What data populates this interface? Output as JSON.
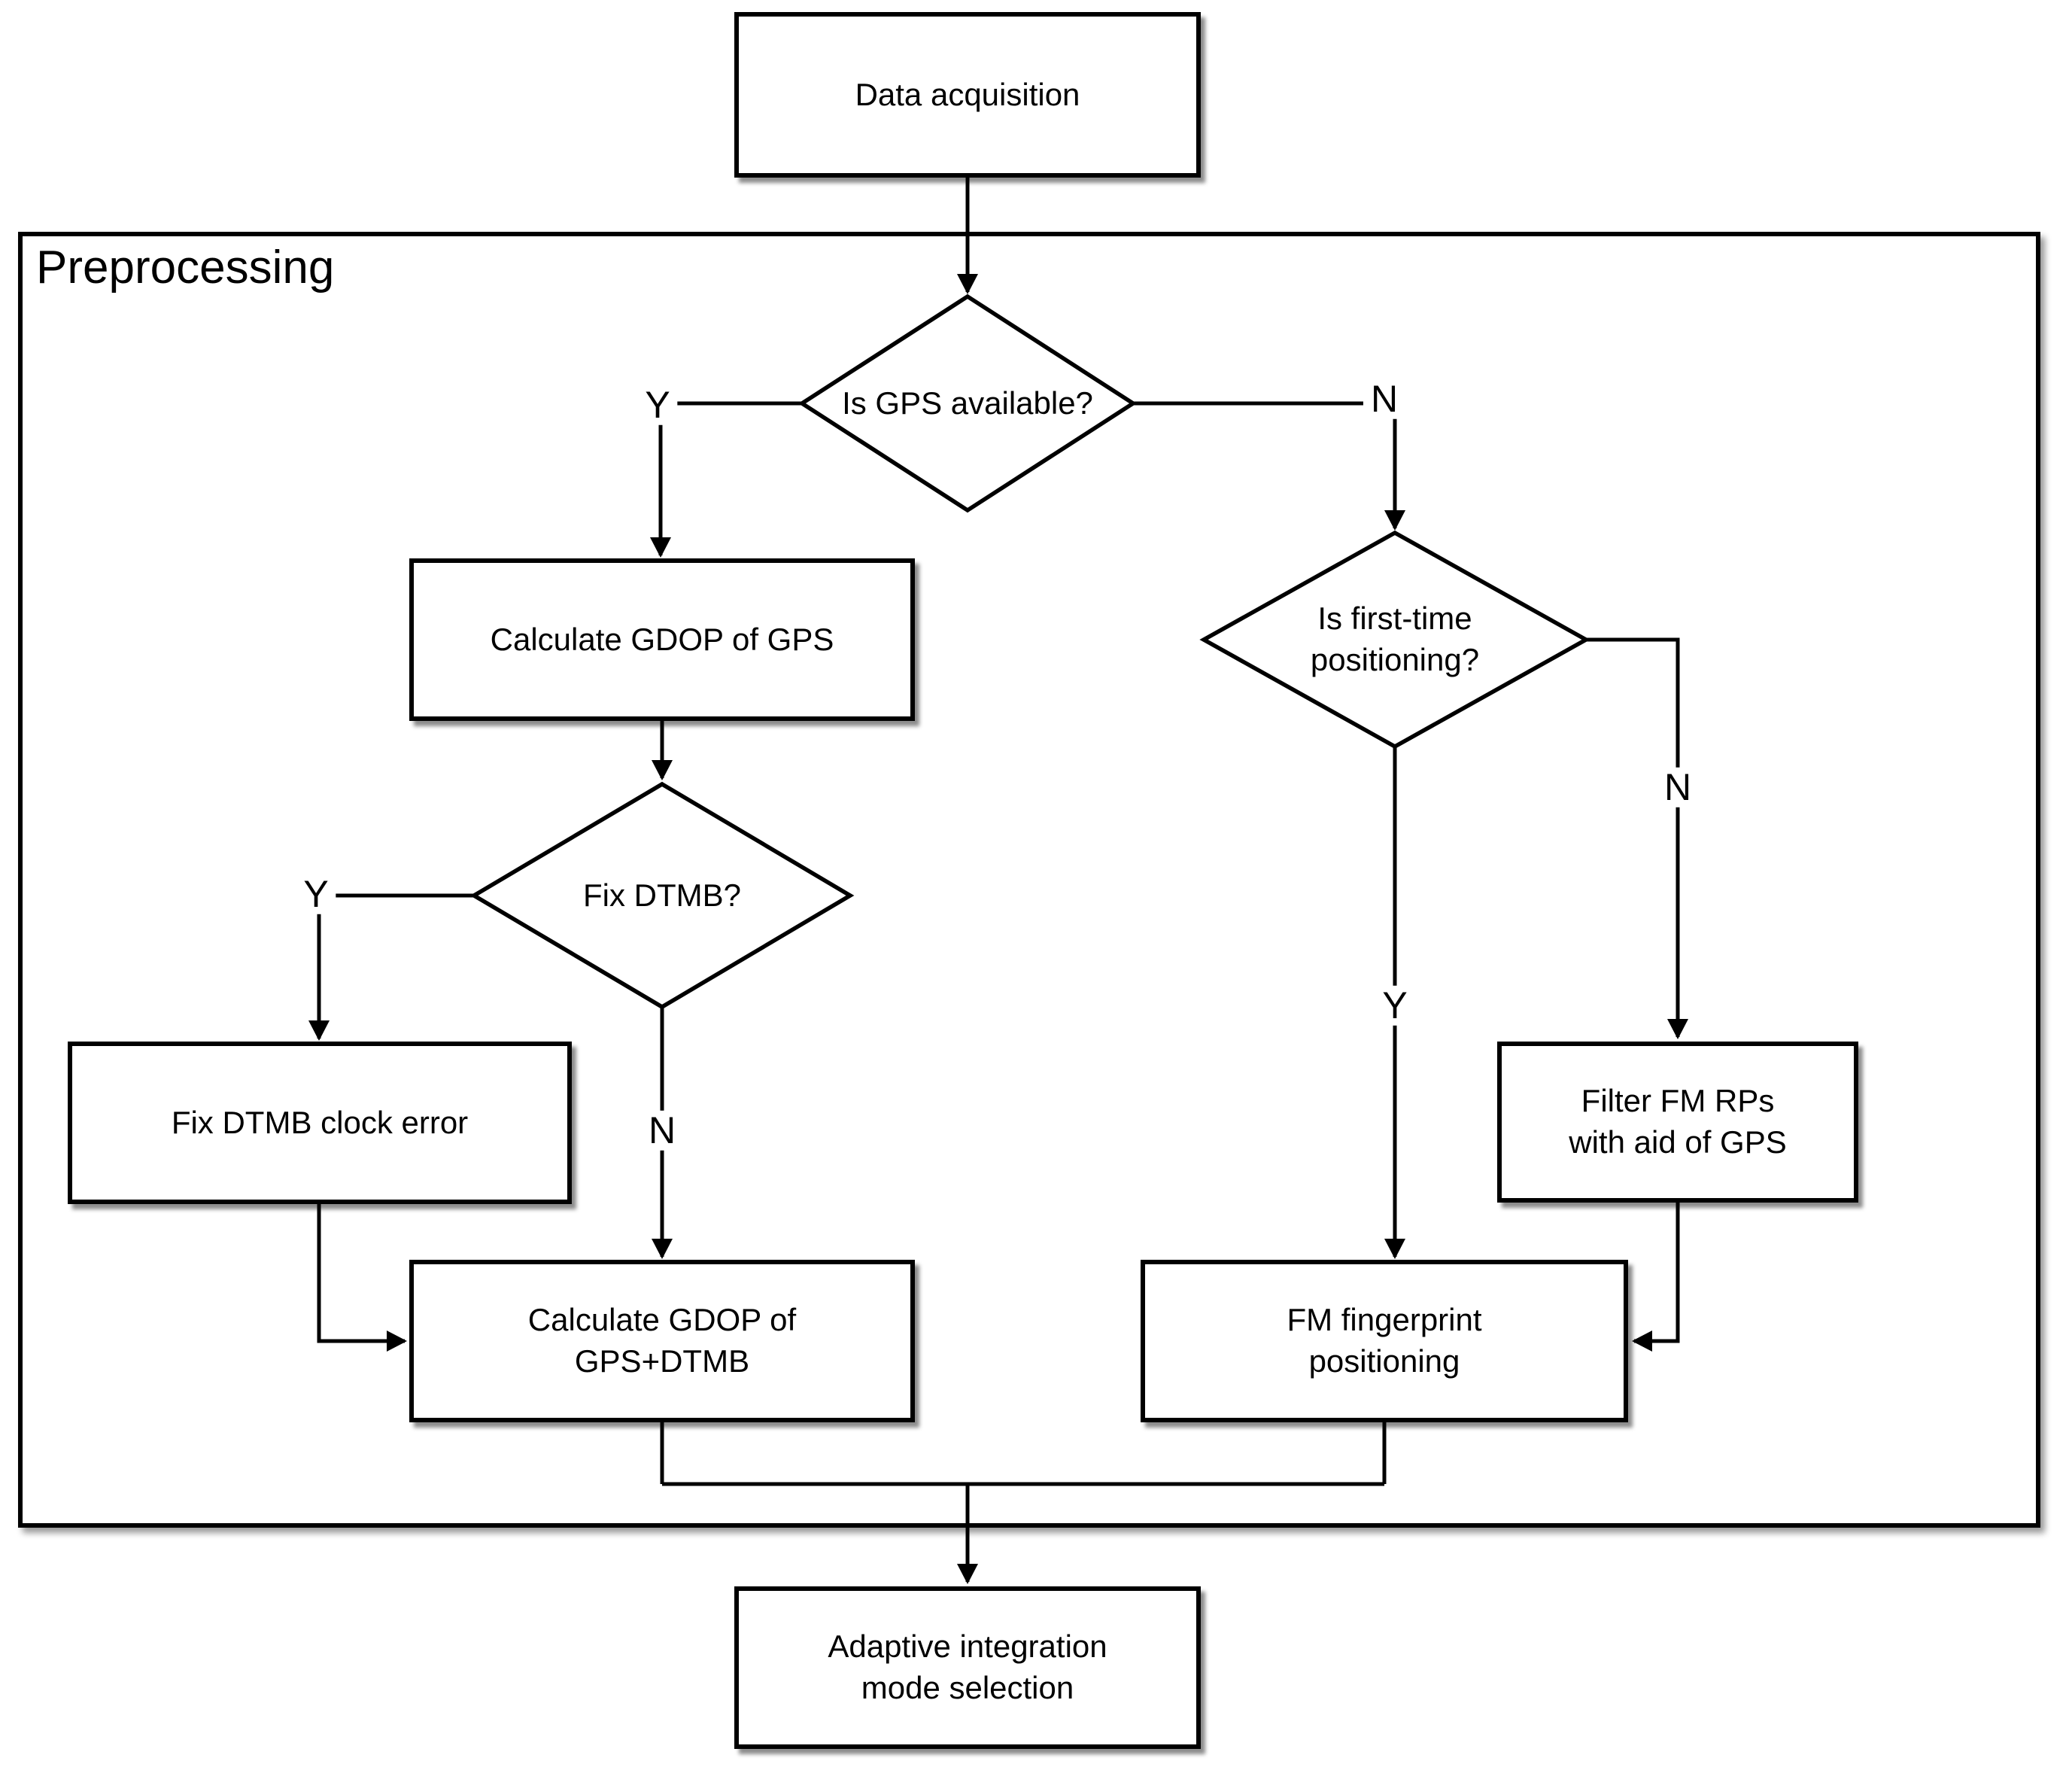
{
  "flowchart": {
    "region_label": "Preprocessing",
    "nodes": {
      "data_acquisition": "Data acquisition",
      "is_gps_available": "Is GPS available?",
      "calculate_gdop_gps": "Calculate GDOP of GPS",
      "fix_dtmb": "Fix DTMB?",
      "fix_dtmb_clock_error": "Fix DTMB clock error",
      "calculate_gdop_gps_dtmb": "Calculate GDOP of\nGPS+DTMB",
      "is_first_time_positioning": "Is first-time\npositioning?",
      "fm_fingerprint_positioning": "FM fingerprint\npositioning",
      "filter_fm_rps": "Filter FM RPs\nwith aid of GPS",
      "adaptive_integration": "Adaptive integration\nmode selection"
    },
    "edge_labels": {
      "gps_yes": "Y",
      "gps_no": "N",
      "dtmb_yes": "Y",
      "dtmb_no": "N",
      "first_time_yes": "Y",
      "first_time_no": "N"
    },
    "colors": {
      "line": "#000000",
      "node_fill": "#ffffff",
      "shadow": "#8c8c8c"
    }
  }
}
